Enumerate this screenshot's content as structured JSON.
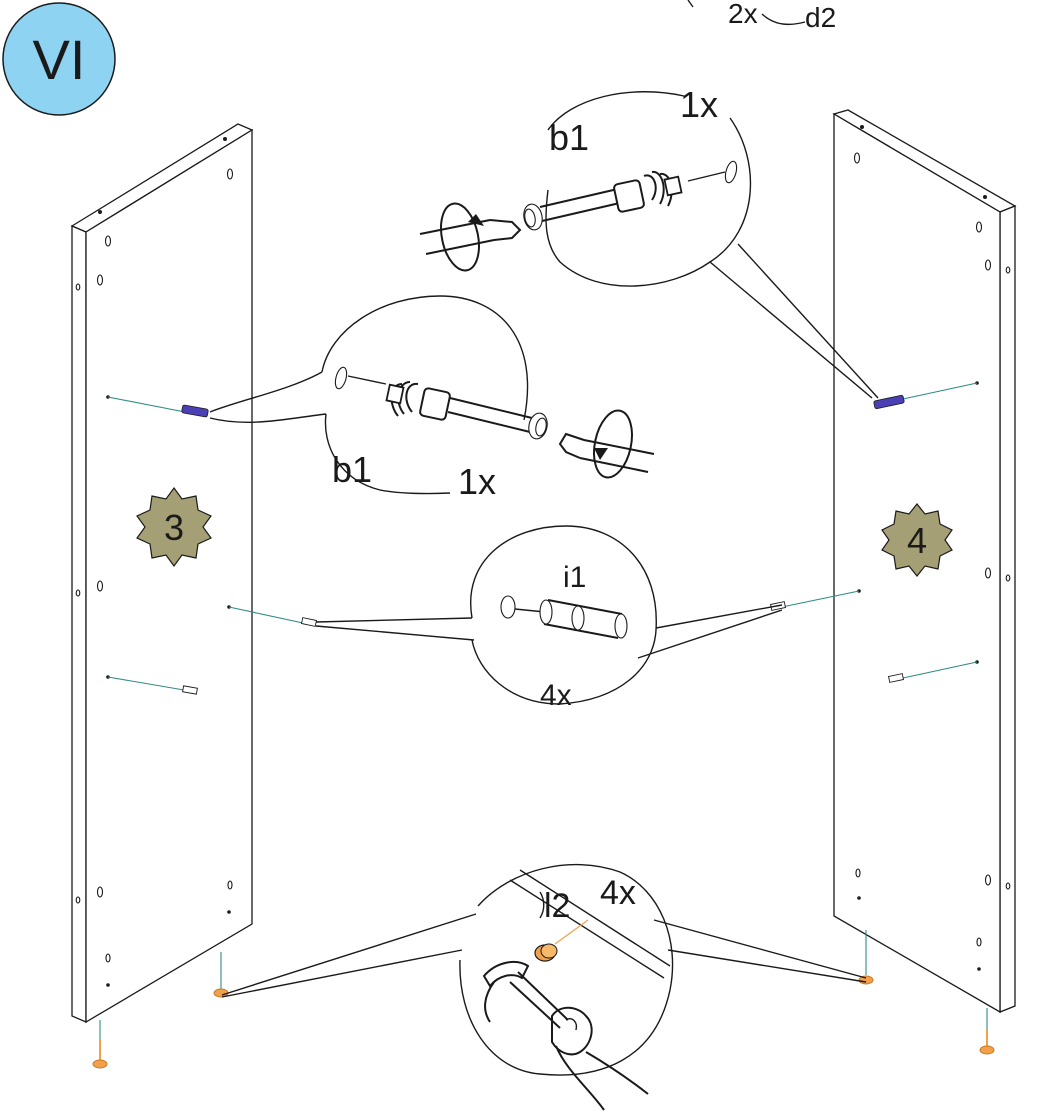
{
  "step": {
    "number": "VI",
    "badge_color": "#8fd3f2"
  },
  "top_fragment": {
    "count": "2x",
    "part": "d2"
  },
  "panels": [
    {
      "badge": "3",
      "badge_color": "#a59f75"
    },
    {
      "badge": "4",
      "badge_color": "#a59f75"
    }
  ],
  "callouts": {
    "cam_top": {
      "part": "b1",
      "count": "1x"
    },
    "cam_left": {
      "part": "b1",
      "count": "1x"
    },
    "dowel": {
      "part": "i1",
      "count": "4x"
    },
    "glide": {
      "part": "l2",
      "count": "4x"
    }
  },
  "colors": {
    "cam_bolt": "#4a3fb5",
    "glide": "#f2a04a",
    "guide_line": "#2e8b87"
  },
  "icons": [
    "rotate-screwdriver-icon",
    "hammer-icon",
    "hand-icon",
    "cam-bolt-icon",
    "dowel-icon",
    "glide-icon"
  ]
}
